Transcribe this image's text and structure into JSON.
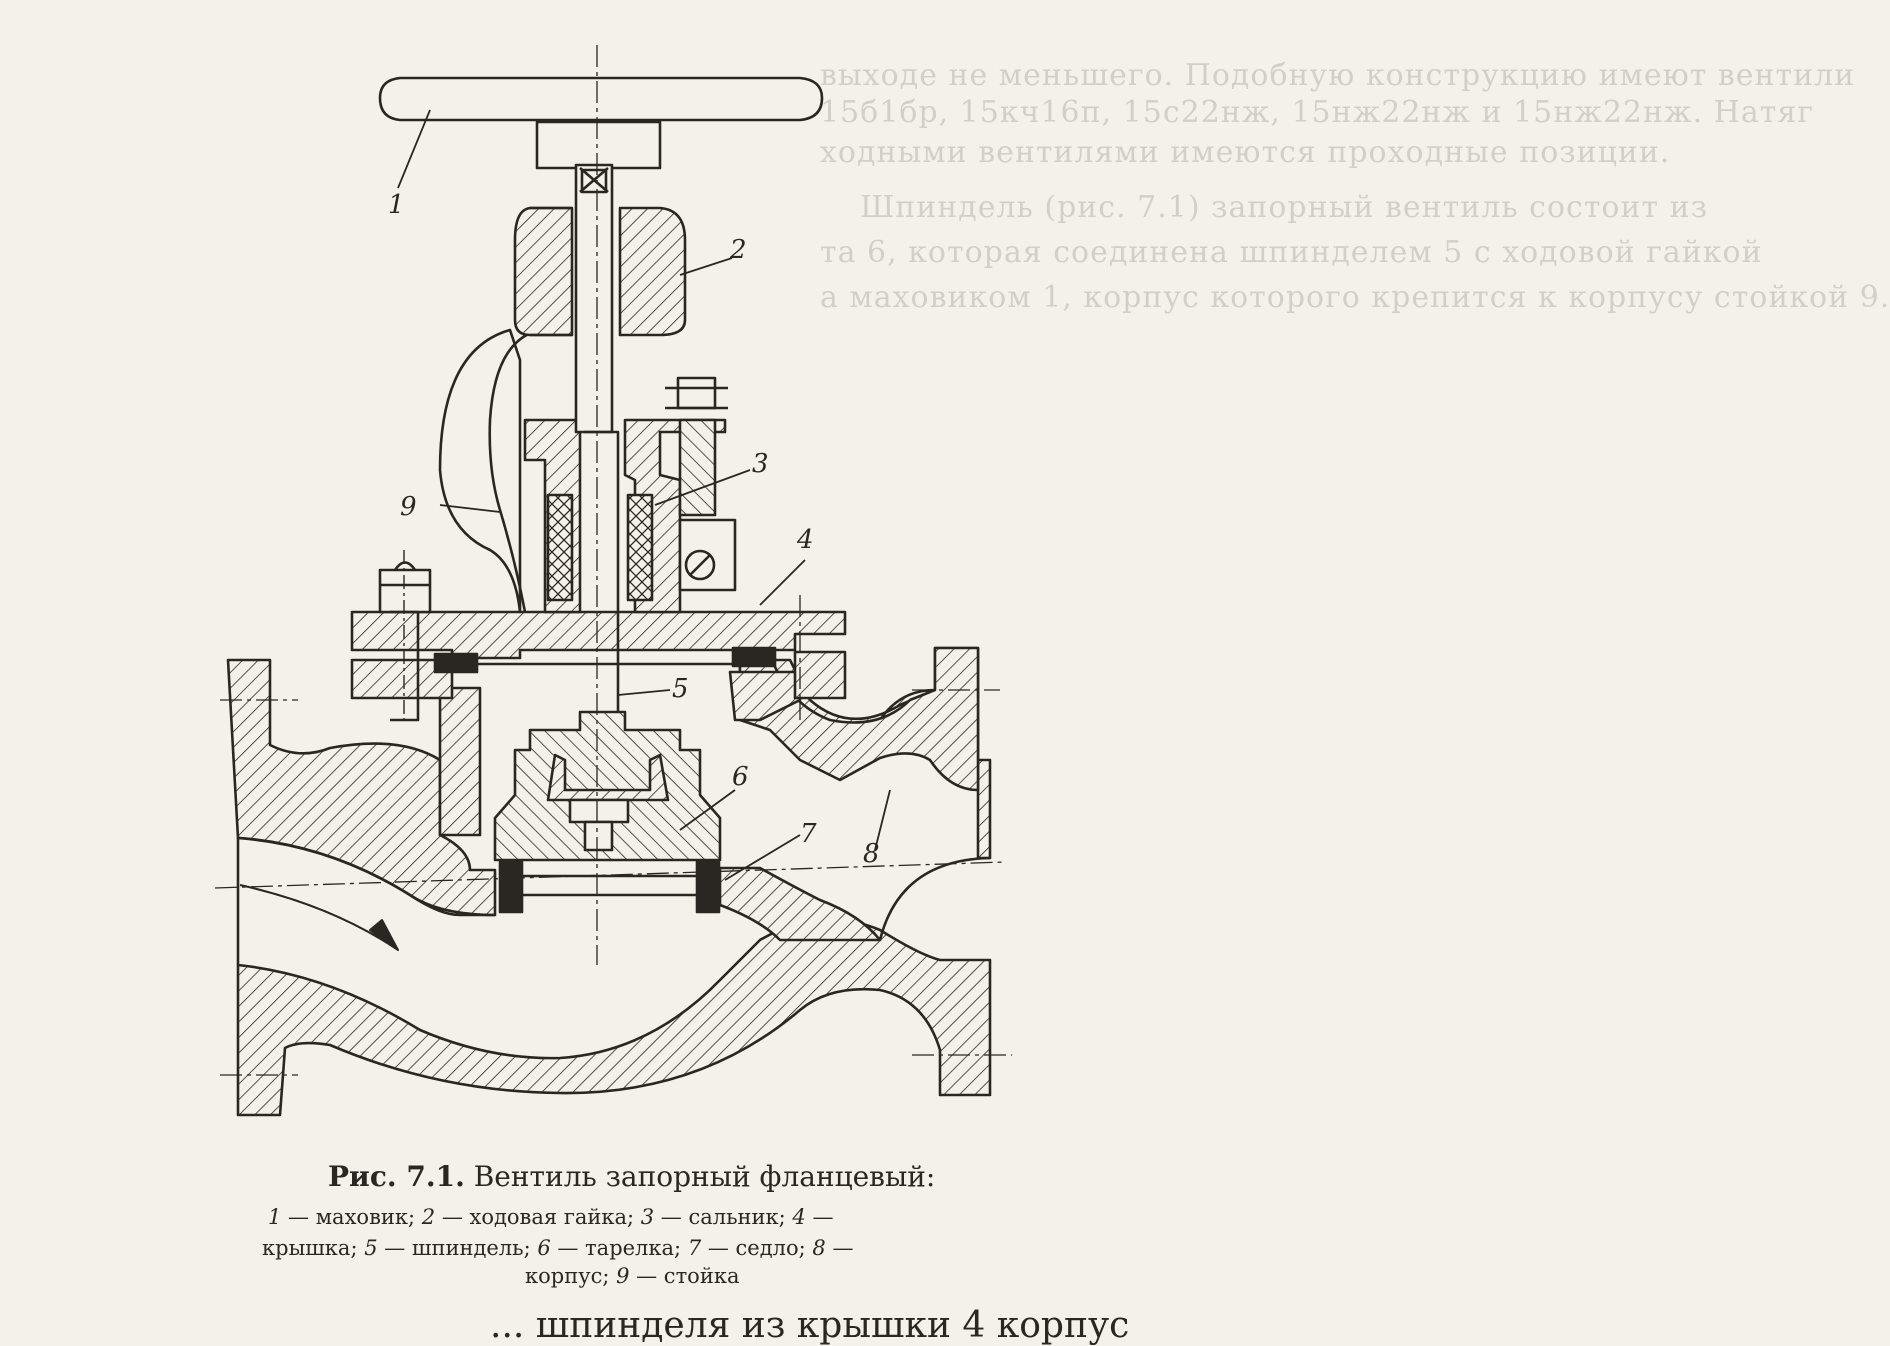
{
  "figure": {
    "caption_prefix": "Рис. 7.1.",
    "caption_title": "Вентиль запорный фланцевый:",
    "legend_line1": [
      "1",
      " — маховик;  ",
      "2",
      " — ходовая   гайка;  ",
      "3",
      " — сальник;  ",
      "4",
      " —"
    ],
    "legend_line2": [
      "крышка;  ",
      "5",
      " — шпиндель;  ",
      "6",
      " — тарелка;  ",
      "7",
      " — седло;  ",
      "8",
      " —"
    ],
    "legend_line3": [
      "корпус;  ",
      "9",
      " — стойка"
    ]
  },
  "callouts": [
    "1",
    "2",
    "3",
    "4",
    "5",
    "6",
    "7",
    "8",
    "9"
  ],
  "bleed_through": {
    "top_lines": [
      "выходе не меньшего. Подобную конструкцию имеют вентили",
      "15б1бр, 15кч16п, 15с22нж, 15нж22нж и 15нж22нж. Натяг",
      "ходными вентилями имеются проходные позиции.",
      "Шпиндель (рис. 7.1) запорный вентиль состоит из",
      "та 6, которая соединена шпинделем 5 с ходовой гайкой",
      "а маховиком 1, корпус которого крепится к корпусу стойкой 9."
    ],
    "footer": "... шпинделя из крышки 4 корпус"
  },
  "colors": {
    "ink": "#2a2622",
    "paper": "#f4f1ea"
  }
}
